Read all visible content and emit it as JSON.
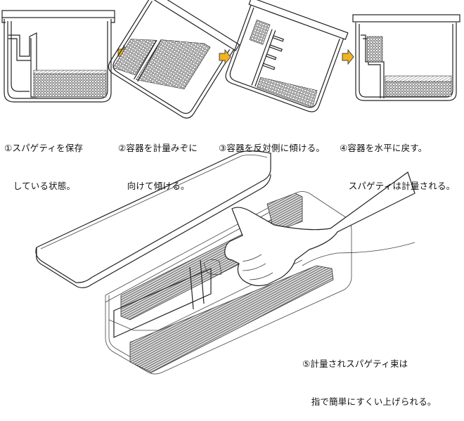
{
  "steps": [
    {
      "line1": "①スパゲティを保存",
      "line2": "　している状態。"
    },
    {
      "line1": "②容器を計量みぞに",
      "line2": "　向けて傾ける。"
    },
    {
      "line1": "③容器を反対側に傾ける。",
      "line2": ""
    },
    {
      "line1": "④容器を水平に戻す。",
      "line2": "　スパゲティは計量される。"
    }
  ],
  "step5": {
    "line1": "⑤計量されスパゲティ束は",
    "line2": "　指で簡単にすくい上げられる。"
  },
  "icons": {
    "arrow": "right-arrow-icon"
  },
  "colors": {
    "arrow": "#f2b320",
    "line": "#222222"
  }
}
